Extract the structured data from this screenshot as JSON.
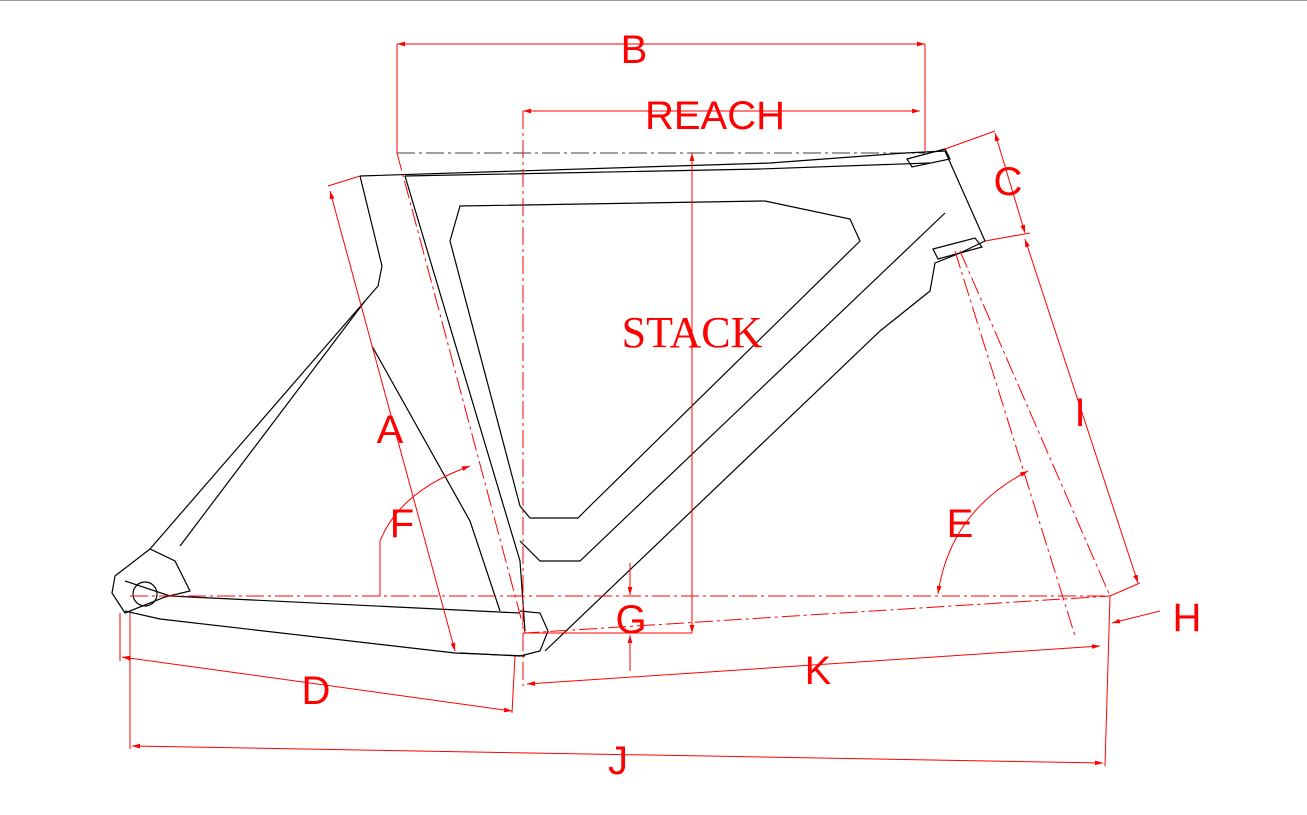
{
  "diagram": {
    "title": "Bicycle frame geometry",
    "labels": {
      "b": "B",
      "reach": "REACH",
      "c": "C",
      "stack": "STACK",
      "a": "A",
      "i": "I",
      "f": "F",
      "e": "E",
      "g": "G",
      "h": "H",
      "k": "K",
      "d": "D",
      "j": "J"
    },
    "colors": {
      "dimension": "#ff0000",
      "frame": "#000000",
      "background": "#ffffff"
    }
  }
}
